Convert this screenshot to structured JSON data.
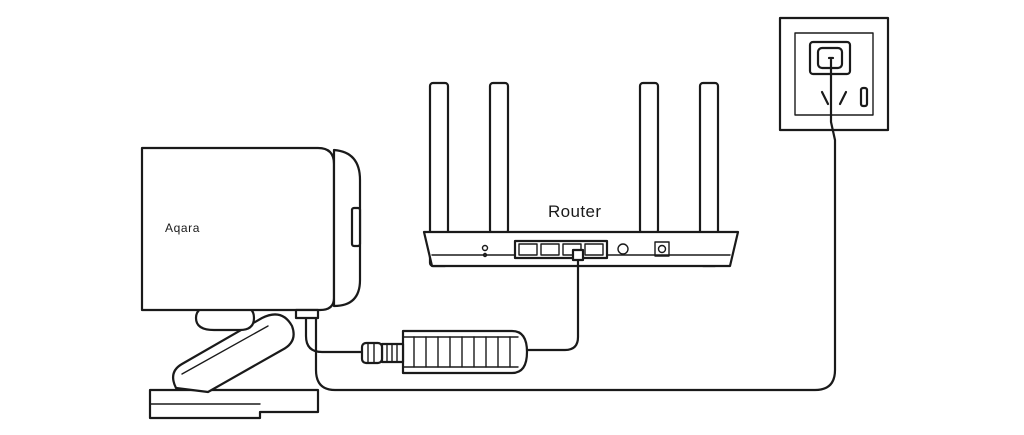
{
  "labels": {
    "router": "Router",
    "brand": "Aqara"
  },
  "colors": {
    "line": "#1a1a1a",
    "background": "#ffffff"
  },
  "icons": [
    "camera-hub",
    "router",
    "poe-adapter",
    "wall-socket",
    "ethernet-cable",
    "power-cable"
  ]
}
